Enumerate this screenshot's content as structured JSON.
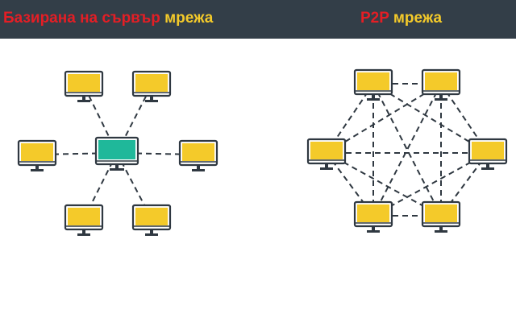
{
  "header": {
    "left_title": {
      "part1": "Базирана на сървър",
      "part2": "мрежа"
    },
    "right_title": {
      "part1": "P2P",
      "part2": "мрежа"
    }
  },
  "colors": {
    "header_bg": "#333e48",
    "title_red": "#e41e25",
    "title_yellow": "#f4ca2a",
    "client_screen": "#f4ca2a",
    "server_screen": "#1fb89a",
    "outline": "#2f3841"
  },
  "diagrams": [
    {
      "name": "server-based-network",
      "server_nodes": 1,
      "client_nodes": 6,
      "links": "star"
    },
    {
      "name": "p2p-network",
      "nodes": 6,
      "links": "full-mesh"
    }
  ]
}
